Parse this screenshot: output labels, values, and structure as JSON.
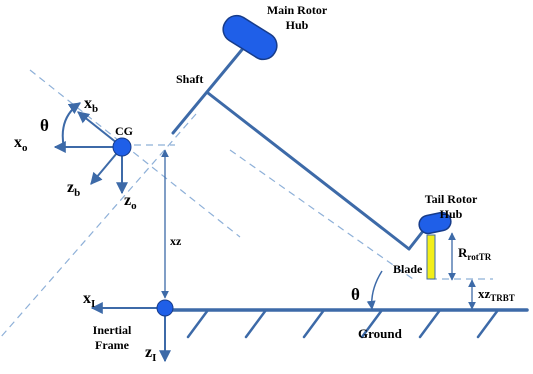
{
  "labels": {
    "main_rotor_hub_line1": "Main Rotor",
    "main_rotor_hub_line2": "Hub",
    "shaft": "Shaft",
    "cg": "CG",
    "theta_body": "θ",
    "xb": "x",
    "xb_sub": "b",
    "xo": "x",
    "xo_sub": "o",
    "zb": "z",
    "zb_sub": "b",
    "zo": "z",
    "zo_sub": "o",
    "xz": "xz",
    "tail_rotor_hub_line1": "Tail Rotor",
    "tail_rotor_hub_line2": "Hub",
    "r_rot_tr": "R",
    "r_rot_tr_sub": "rotTR",
    "blade": "Blade",
    "xz_trbt": "xz",
    "xz_trbt_sub": "TRBT",
    "theta_ground": "θ",
    "xi": "x",
    "xi_sub": "I",
    "inertial_frame_line1": "Inertial",
    "inertial_frame_line2": "Frame",
    "zi": "z",
    "zi_sub": "I",
    "ground": "Ground"
  },
  "colors": {
    "structure": "#3d6aa8",
    "hub_fill": "#1f5fe8",
    "hub_stroke": "#173c8a",
    "dashed": "#8eb0d8",
    "blade": "#f2ee1a",
    "text": "#000000"
  }
}
